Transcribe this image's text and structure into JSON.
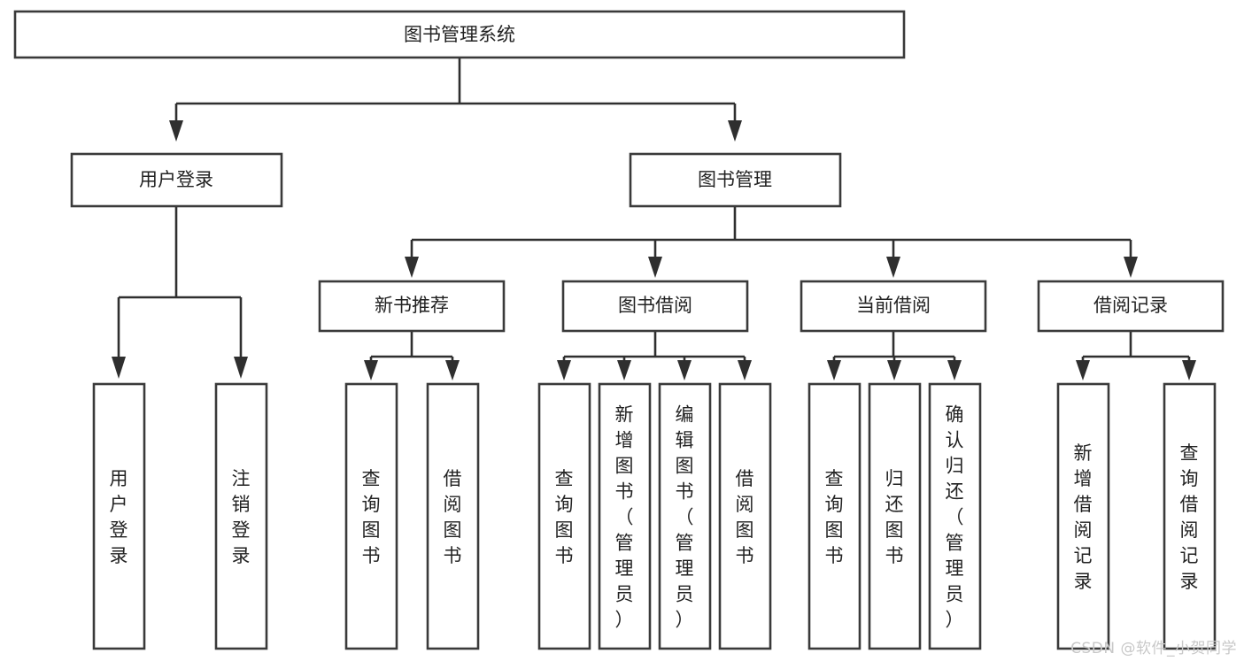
{
  "diagram": {
    "type": "tree",
    "title": "图书管理系统",
    "orientation": "top-down",
    "watermark": "CSDN @软件_小贺同学",
    "colors": {
      "background": "#ffffff",
      "box_fill": "#ffffff",
      "box_stroke": "#3a3a3a",
      "connector": "#2f2f2f",
      "text": "#222222",
      "watermark": "#c8c8c8"
    },
    "levels": {
      "level0": "系统",
      "level1": "模块",
      "level2": "子模块",
      "level3": "功能"
    },
    "nodes": {
      "root": {
        "label": "图书管理系统",
        "orientation": "horizontal"
      },
      "level1": [
        {
          "id": "user-login",
          "label": "用户登录",
          "orientation": "horizontal"
        },
        {
          "id": "book-manage",
          "label": "图书管理",
          "orientation": "horizontal"
        }
      ],
      "level2": [
        {
          "id": "new-book-rec",
          "label": "新书推荐",
          "orientation": "horizontal",
          "parent": "book-manage"
        },
        {
          "id": "book-borrow",
          "label": "图书借阅",
          "orientation": "horizontal",
          "parent": "book-manage"
        },
        {
          "id": "current-borrow",
          "label": "当前借阅",
          "orientation": "horizontal",
          "parent": "book-manage"
        },
        {
          "id": "borrow-record",
          "label": "借阅记录",
          "orientation": "horizontal",
          "parent": "book-manage"
        }
      ],
      "leaves": [
        {
          "id": "leaf-user-login",
          "label": "用户登录",
          "orientation": "vertical",
          "parent": "user-login"
        },
        {
          "id": "leaf-user-logout",
          "label": "注销登录",
          "orientation": "vertical",
          "parent": "user-login"
        },
        {
          "id": "leaf-query-book-1",
          "label": "查询图书",
          "orientation": "vertical",
          "parent": "new-book-rec"
        },
        {
          "id": "leaf-borrow-book-1",
          "label": "借阅图书",
          "orientation": "vertical",
          "parent": "new-book-rec"
        },
        {
          "id": "leaf-query-book-2",
          "label": "查询图书",
          "orientation": "vertical",
          "parent": "book-borrow"
        },
        {
          "id": "leaf-add-book",
          "label": "新增图书（管理员）",
          "orientation": "vertical",
          "parent": "book-borrow"
        },
        {
          "id": "leaf-edit-book",
          "label": "编辑图书（管理员）",
          "orientation": "vertical",
          "parent": "book-borrow"
        },
        {
          "id": "leaf-borrow-book-2",
          "label": "借阅图书",
          "orientation": "vertical",
          "parent": "book-borrow"
        },
        {
          "id": "leaf-query-book-3",
          "label": "查询图书",
          "orientation": "vertical",
          "parent": "current-borrow"
        },
        {
          "id": "leaf-return-book",
          "label": "归还图书",
          "orientation": "vertical",
          "parent": "current-borrow"
        },
        {
          "id": "leaf-confirm-return",
          "label": "确认归还（管理员）",
          "orientation": "vertical",
          "parent": "current-borrow"
        },
        {
          "id": "leaf-add-record",
          "label": "新增借阅记录",
          "orientation": "vertical",
          "parent": "borrow-record"
        },
        {
          "id": "leaf-query-record",
          "label": "查询借阅记录",
          "orientation": "vertical",
          "parent": "borrow-record"
        }
      ]
    }
  }
}
